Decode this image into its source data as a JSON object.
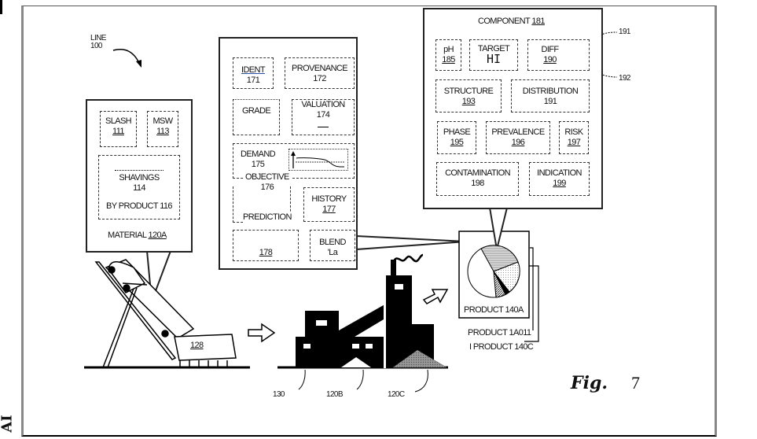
{
  "figure": {
    "label": "Fig.",
    "number": "7",
    "line_label": "LINE",
    "line_ref": "100",
    "margin_mark": "AI"
  },
  "material_callout": {
    "slash_label": "SLASH",
    "slash_ref": "111",
    "msw_label": "MSW",
    "msw_ref": "113",
    "shavings_label": "SHAVINGS",
    "shavings_ref": "114",
    "byproduct_label": "BY PRODUCT 116",
    "material_label": "MATERIAL",
    "material_ref": "120A"
  },
  "machine": {
    "ref": "128"
  },
  "data_callout": {
    "ident_label": "IDENT",
    "ident_ref": "171",
    "provenance_label": "PROVENANCE",
    "provenance_ref": "172",
    "grade_label": "GRADE",
    "valuation_label": "VALUATION",
    "valuation_ref": "174",
    "demand_label": "DEMAND",
    "demand_ref": "175",
    "objective_label": "OBJECTIVE",
    "objective_ref": "176",
    "prediction_label": "PREDICTION",
    "history_label": "HISTORY",
    "history_ref": "177",
    "item_178_ref": "178",
    "blend_label": "BLEND",
    "blend_ref": "'La"
  },
  "component_callout": {
    "title": "COMPONENT",
    "title_ref": "181",
    "ph_label": "pH",
    "ph_ref": "185",
    "target_label": "TARGET",
    "target_value": "HI",
    "diff_label": "DIFF",
    "diff_ref": "190",
    "diff_out_1": "191",
    "diff_out_2": "192",
    "structure_label": "STRUCTURE",
    "structure_ref": "193",
    "distribution_label": "DISTRIBUTION",
    "distribution_ref": "191",
    "phase_label": "PHASE",
    "phase_ref": "195",
    "prevalence_label": "PREVALENCE",
    "prevalence_ref": "196",
    "risk_label": "RISK",
    "risk_ref": "197",
    "contamination_label": "CONTAMINATION",
    "contamination_ref": "198",
    "indication_label": "INDICATION",
    "indication_ref": "199"
  },
  "products": {
    "a": "PRODUCT 140A",
    "b": "PRODUCT 1A011",
    "c": "I PRODUCT 140C"
  },
  "facility": {
    "ref_130": "130",
    "ref_120b": "120B",
    "ref_120c": "120C"
  }
}
